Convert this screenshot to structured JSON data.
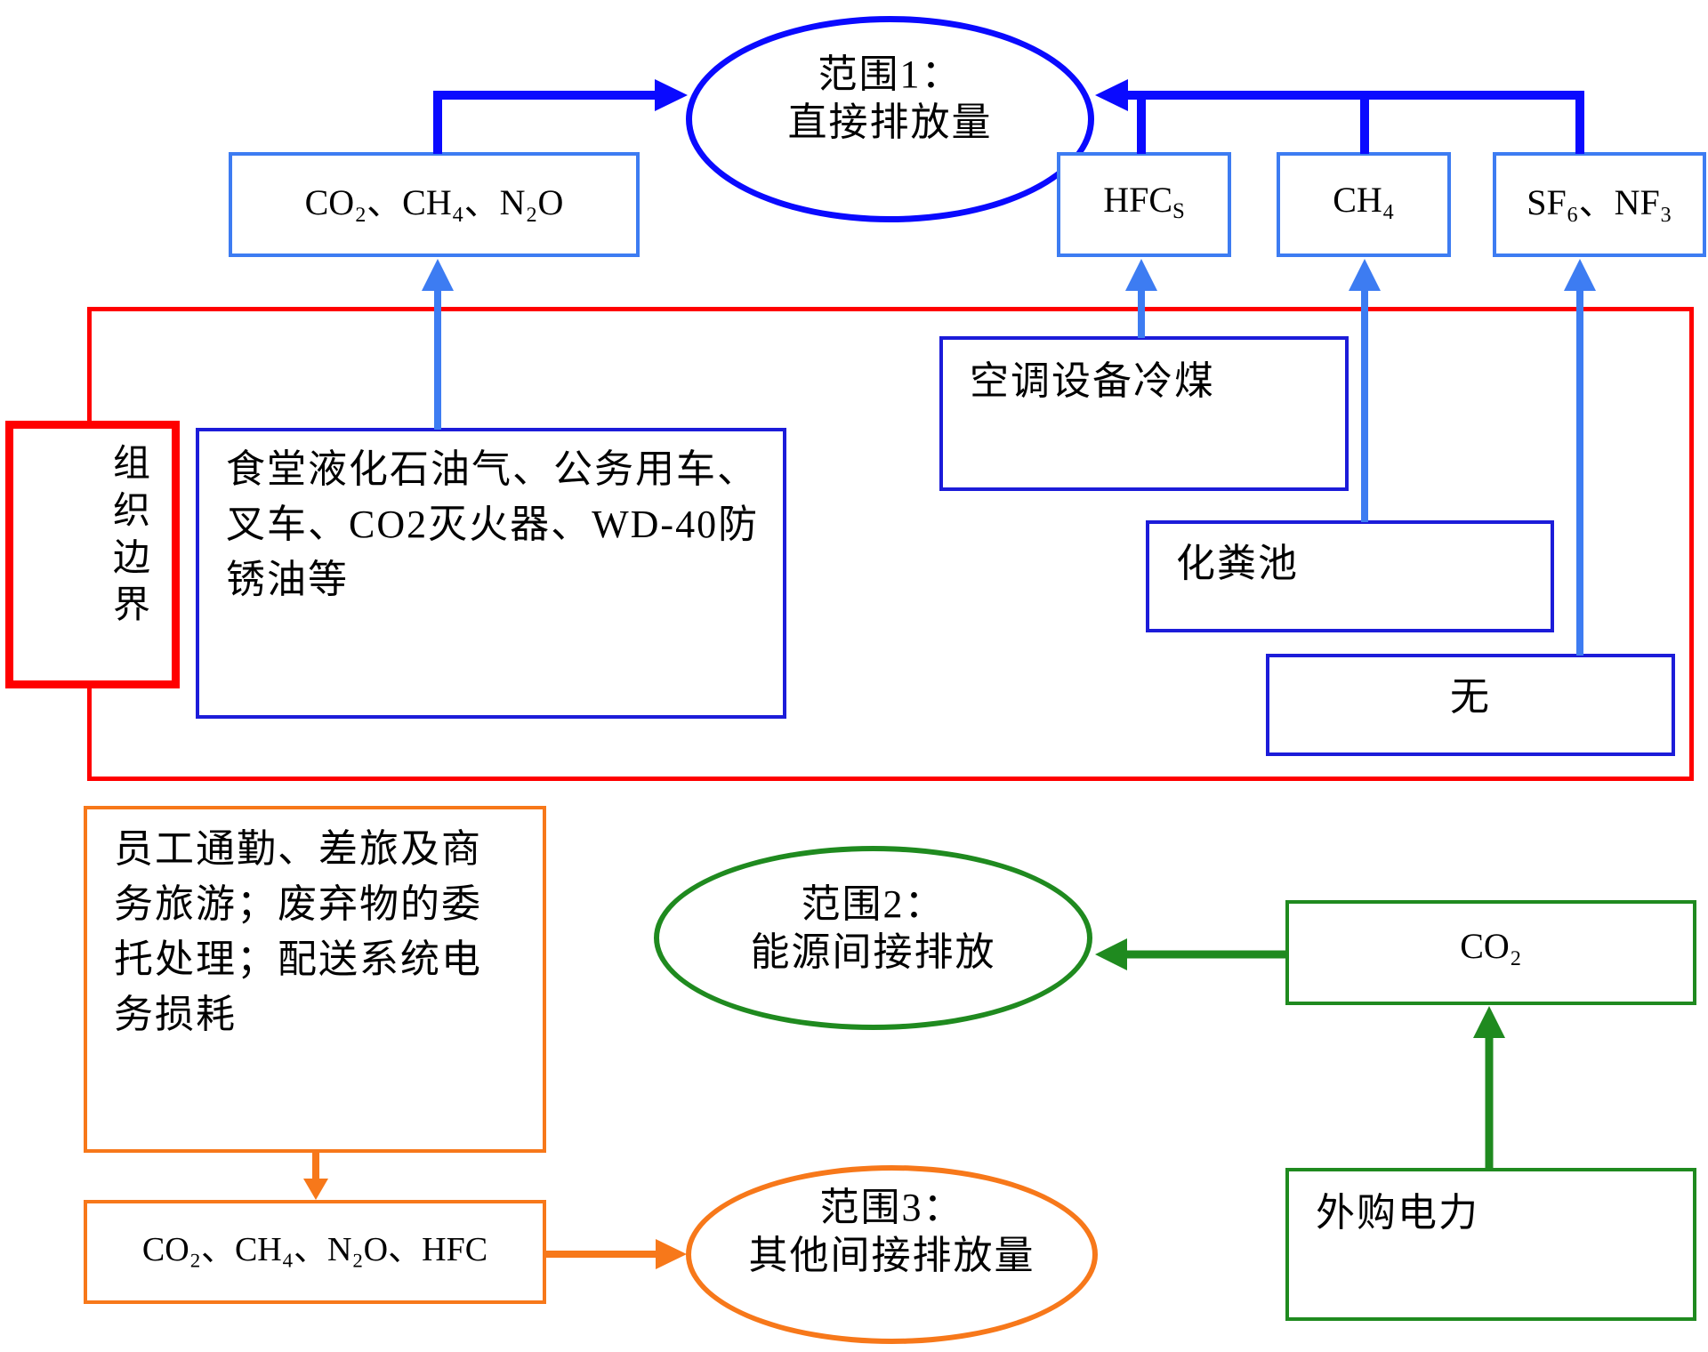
{
  "colors": {
    "scope1_blue": "#0a0aff",
    "source_blue": "#1c1cd9",
    "gas_blue": "#3d7cf2",
    "boundary_red": "#ff0000",
    "scope3_orange": "#f7781a",
    "scope2_green": "#1f8a1f"
  },
  "scope1": {
    "title": "范围1：",
    "subtitle": "直接排放量",
    "gas_left": "CO₂、CH₄、N₂O",
    "gas_hfc": {
      "base": "HFC",
      "sub": "S"
    },
    "gas_ch4": "CH₄",
    "gas_sf6": "SF₆、NF₃"
  },
  "boundary": {
    "label": "组织边界"
  },
  "sources": {
    "fuel_lines": [
      "食堂液化石油气、公务用车、",
      "叉车、CO2灭火器、WD-40防",
      "锈油等"
    ],
    "refrigerant": "空调设备冷煤",
    "septic_tank": "化粪池",
    "none": "无"
  },
  "scope2": {
    "title": "范围2：",
    "subtitle": "能源间接排放",
    "gas": "CO₂",
    "source": "外购电力"
  },
  "scope3": {
    "title": "范围3：",
    "subtitle": "其他间接排放量",
    "activity_lines": [
      "员工通勤、差旅及商",
      "务旅游；废弃物的委",
      "托处理；配送系统电",
      "务损耗"
    ],
    "gases": "CO₂、CH₄、N₂O、HFC"
  }
}
